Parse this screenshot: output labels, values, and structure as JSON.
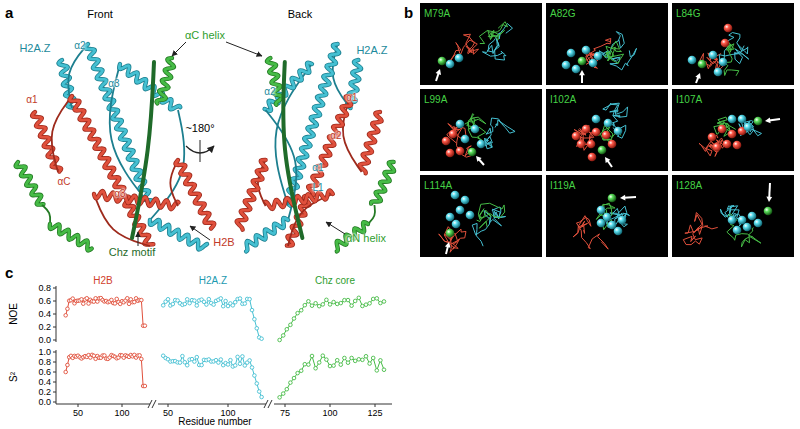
{
  "diagram": {
    "nodes": [
      {
        "text": [
          "M79A"
        ]
      },
      {
        "text": [
          "A82G"
        ]
      },
      {
        "text": [
          "L84G"
        ]
      },
      {
        "text": [
          "L99A"
        ]
      },
      {
        "text": [
          "I102A"
        ]
      },
      {
        "text": [
          "I107A"
        ]
      },
      {
        "text": [
          "L114A"
        ]
      },
      {
        "text": [
          "I119A"
        ]
      },
      {
        "text": [
          "I128A"
        ]
      }
    ],
    "labels": [
      "a",
      "Front",
      "Back",
      "αC helix",
      "H2A.Z",
      "H2A.Z",
      "α2",
      "α3",
      "α1",
      "αC",
      "α3",
      "~180°",
      "α1",
      "α2",
      "α2",
      "α1",
      "L1",
      "αN helix",
      "Chz motif",
      "H2B",
      "b",
      "c",
      "NOE",
      "S²",
      "H2B",
      "H2A.Z",
      "Chz core",
      "0.8",
      "0.6",
      "0.4",
      "0.2",
      "0.0",
      "1.0",
      "0.8",
      "0.6",
      "0.4",
      "0.2",
      "0.0",
      "50",
      "100",
      "50",
      "100",
      "75",
      "100",
      "125",
      "Residue number"
    ]
  }
}
